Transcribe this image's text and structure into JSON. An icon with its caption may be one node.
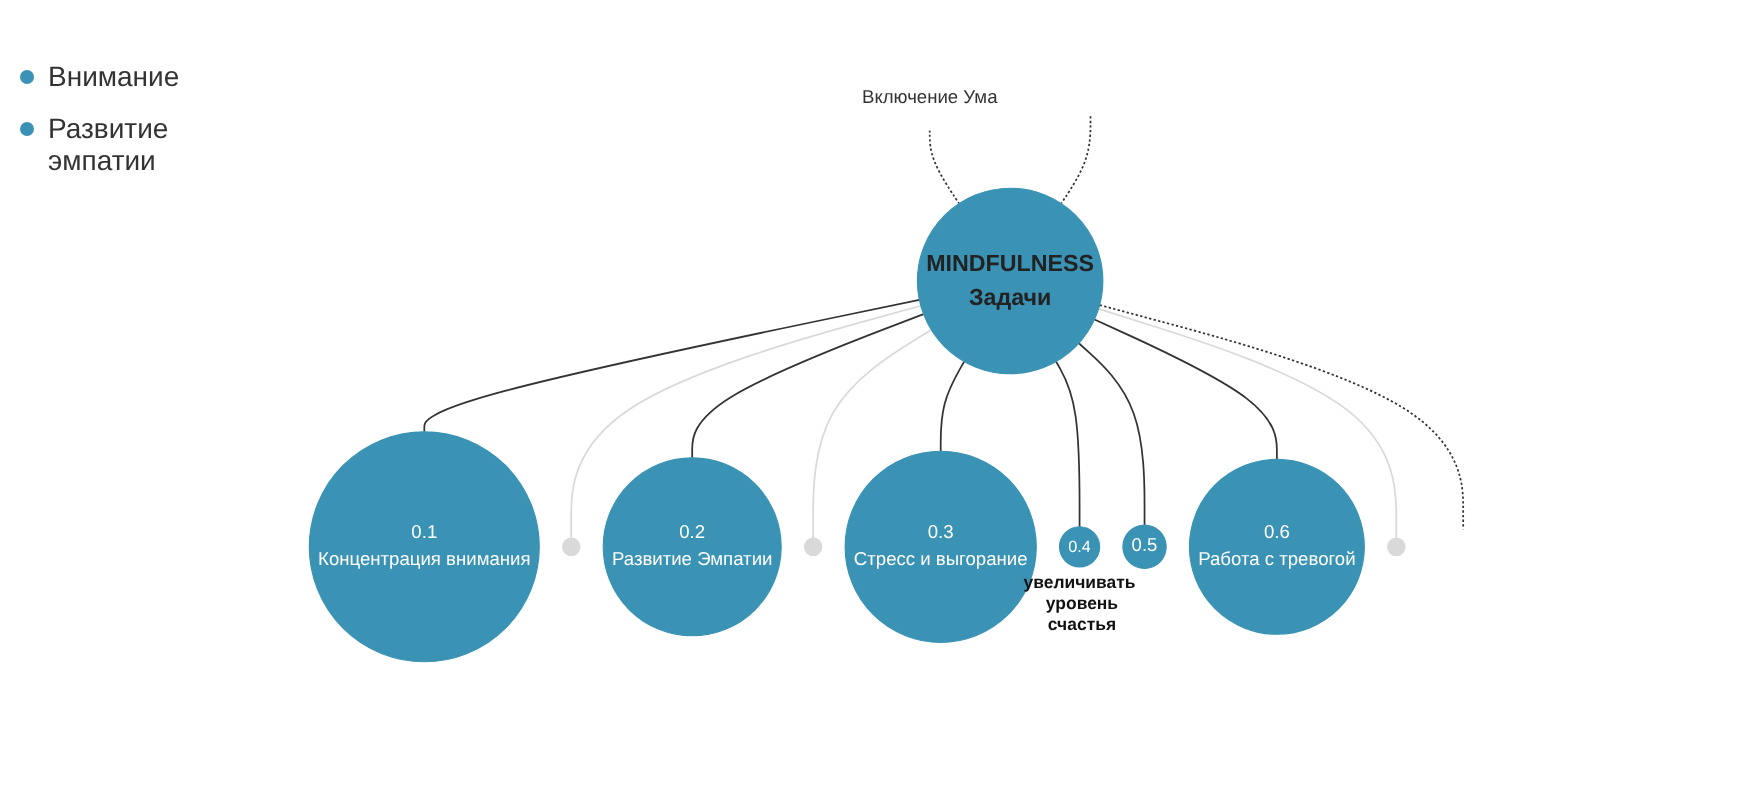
{
  "diagram": {
    "nodes": [
      {
        "text": [
          "MINDFULNESS",
          "Задачи"
        ]
      },
      {
        "text": [
          "0.1",
          "Концентрация внимания"
        ]
      },
      {
        "text": [
          "0.2",
          "Развитие Эмпатии"
        ]
      },
      {
        "text": [
          "0.3",
          "Стресс и выгорание"
        ]
      },
      {
        "text": [
          "0.4"
        ],
        "beside": [
          "увеличивать уровень счастья"
        ]
      },
      {
        "text": [
          "0.5"
        ]
      },
      {
        "text": [
          "0.6",
          "Работа с тревогой"
        ]
      },
      {
        "text": [],
        "shape": "circle"
      },
      {
        "text": [],
        "shape": "circle"
      },
      {
        "text": [],
        "shape": "circle"
      },
      {
        "text": [
          "Включение Ума"
        ]
      }
    ],
    "edges": [
      {
        "from": 0,
        "to": 1,
        "arrow": "none"
      },
      {
        "from": 0,
        "to": 7,
        "arrow": "none",
        "color": "#d9d9d9"
      },
      {
        "from": 0,
        "to": 2,
        "arrow": "none"
      },
      {
        "from": 0,
        "to": 8,
        "arrow": "none",
        "color": "#d9d9d9"
      },
      {
        "from": 0,
        "to": 3,
        "arrow": "none"
      },
      {
        "from": 0,
        "to": 4,
        "arrow": "none"
      },
      {
        "from": 0,
        "to": 5,
        "arrow": "none"
      },
      {
        "from": 0,
        "to": 6,
        "arrow": "none"
      },
      {
        "from": 0,
        "to": 9,
        "arrow": "none",
        "color": "#d9d9d9"
      },
      {
        "from": 10,
        "to": 0,
        "arrow": "none",
        "style": "dashed"
      },
      {
        "from": null,
        "to": 0,
        "arrow": "none",
        "style": "dashed"
      },
      {
        "from": 0,
        "to": null,
        "arrow": "none",
        "style": "dashed"
      }
    ],
    "labels": [
      "Внимание",
      "Развитие эмпатии"
    ]
  }
}
